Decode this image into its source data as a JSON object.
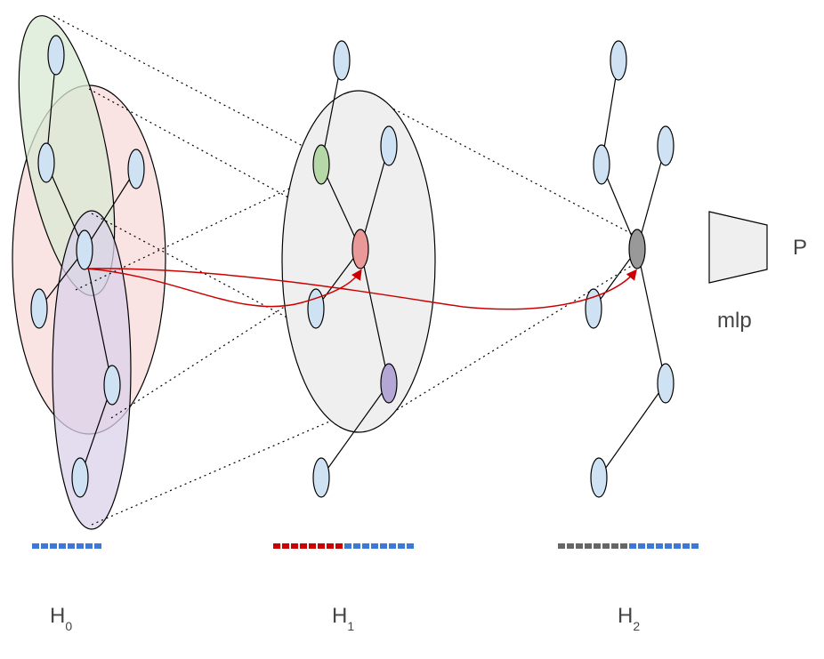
{
  "labels": {
    "h0": {
      "main": "H",
      "sub": "0"
    },
    "h1": {
      "main": "H",
      "sub": "1"
    },
    "h2": {
      "main": "H",
      "sub": "2"
    },
    "mlp": "mlp",
    "output": "P"
  },
  "colors": {
    "node_fill": "#cfe2f3",
    "green_region": "#d9ead3",
    "red_region": "#f4cccc",
    "purple_region": "#d9d2e9",
    "gray_region": "#efefef",
    "green_node": "#b6d7a8",
    "red_node": "#ea9999",
    "purple_node": "#b4a7d6",
    "dark_node": "#999999",
    "arrow": "#cc0000",
    "vec_blue": "#3c78d8",
    "vec_red": "#cc0000",
    "vec_gray": "#666666"
  },
  "vectors": {
    "h0": [
      "blue"
    ],
    "h1": [
      "red",
      "blue"
    ],
    "h2": [
      "gray",
      "blue"
    ]
  }
}
